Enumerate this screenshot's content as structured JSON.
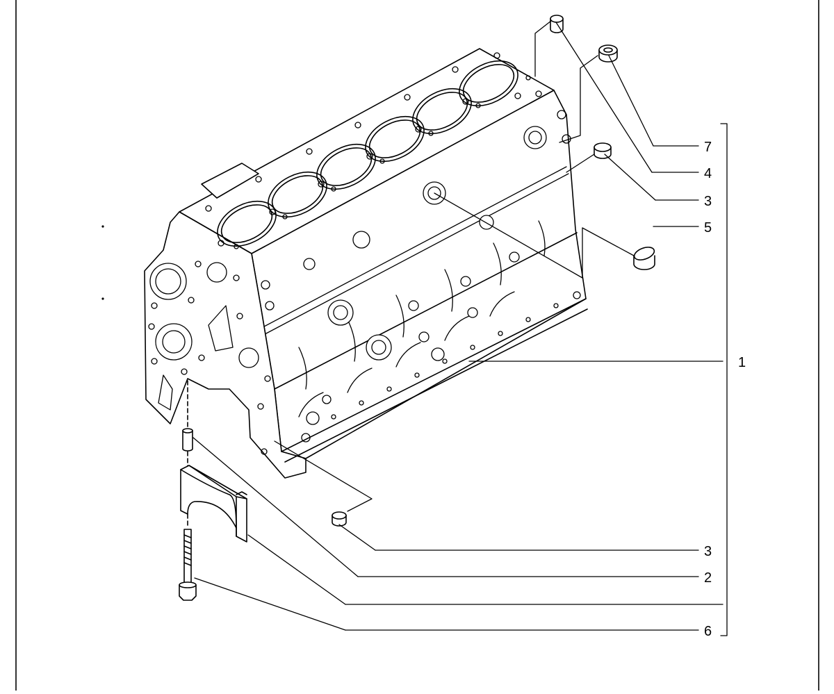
{
  "callouts": [
    {
      "id": "7",
      "label": "7"
    },
    {
      "id": "4",
      "label": "4"
    },
    {
      "id": "3a",
      "label": "3"
    },
    {
      "id": "5",
      "label": "5"
    },
    {
      "id": "1",
      "label": "1"
    },
    {
      "id": "3b",
      "label": "3"
    },
    {
      "id": "2",
      "label": "2"
    },
    {
      "id": "6",
      "label": "6"
    }
  ],
  "colors": {
    "line": "#000000",
    "fill": "#ffffff",
    "background": "#ffffff"
  }
}
